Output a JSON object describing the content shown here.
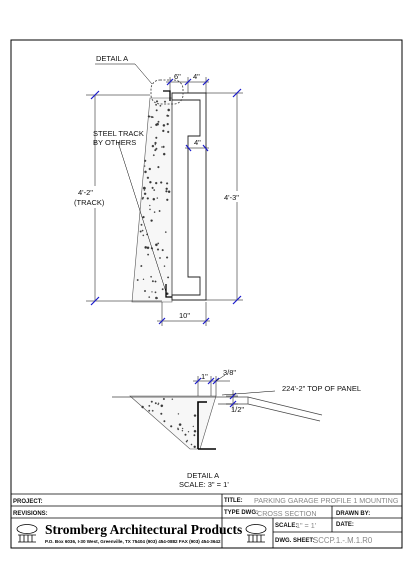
{
  "drawing": {
    "labels": {
      "detail_a": "DETAIL  A",
      "steel_track_line1": "STEEL TRACK",
      "steel_track_line2": "BY OTHERS",
      "height_track_line1": "4'-2\"",
      "height_track_line2": "(TRACK)",
      "height_overall": "4'-3\"",
      "dim_top_6": "6\"",
      "dim_top_4": "4\"",
      "dim_mid_4": "4\"",
      "dim_bottom_10": "10\"",
      "dim_1": "1\"",
      "dim_3_8": "3/8\"",
      "dim_1_2": "1/2\"",
      "top_of_panel": "224'-2\" TOP OF PANEL",
      "detail_caption": "DETAIL  A",
      "detail_scale": "SCALE:   3\"  =  1'"
    }
  },
  "title_block": {
    "project_label": "PROJECT:",
    "revisions_label": "REVISIONS:",
    "title_label": "TITLE:",
    "title_value": "PARKING GARAGE PROFILE 1 MOUNTING",
    "type_label": "TYPE DWG:",
    "type_value": "CROSS SECTION",
    "drawn_label": "DRAWN BY:",
    "scale_label": "SCALE:",
    "scale_value": "1\"  =  1'",
    "date_label": "DATE:",
    "sheet_label": "DWG. SHEET:",
    "sheet_value": "SCCP.1.-.M.1.R0",
    "company_name": "Stromberg Architectural Products",
    "company_address": "P.O. Box 6036, I-30 West, Greenville, TX 75404  (903) 454-0882  FAX (903) 454-3642"
  }
}
